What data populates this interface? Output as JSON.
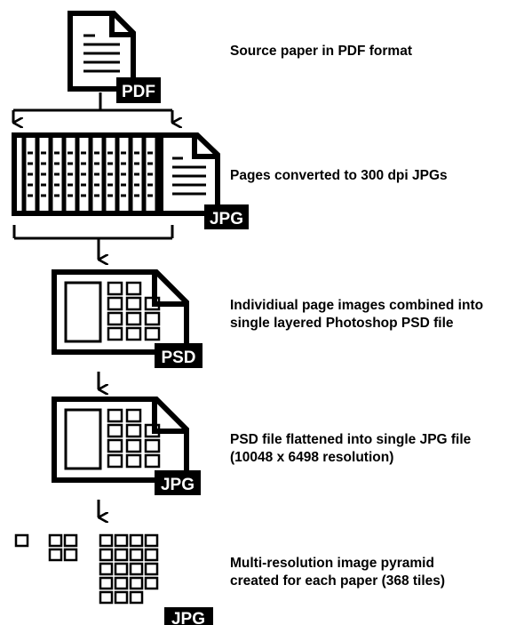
{
  "steps": [
    {
      "badge": "PDF",
      "lines": [
        "Source paper in PDF format"
      ]
    },
    {
      "badge": "JPG",
      "lines": [
        "Pages converted to 300 dpi JPGs"
      ]
    },
    {
      "badge": "PSD",
      "lines": [
        "Individiual page images combined into",
        "single layered Photoshop PSD file"
      ]
    },
    {
      "badge": "JPG",
      "lines": [
        "PSD file flattened into single JPG file",
        "(10048 x 6498 resolution)"
      ]
    },
    {
      "badge": "JPG",
      "lines": [
        "Multi-resolution image pyramid",
        "created for each paper (368 tiles)"
      ]
    }
  ],
  "colors": {
    "ink": "#000000",
    "paper": "#ffffff"
  },
  "icons": [
    "pdf-document-icon",
    "jpg-pages-stack-icon",
    "psd-layered-document-icon",
    "flattened-jpg-document-icon",
    "image-pyramid-tiles-icon"
  ]
}
